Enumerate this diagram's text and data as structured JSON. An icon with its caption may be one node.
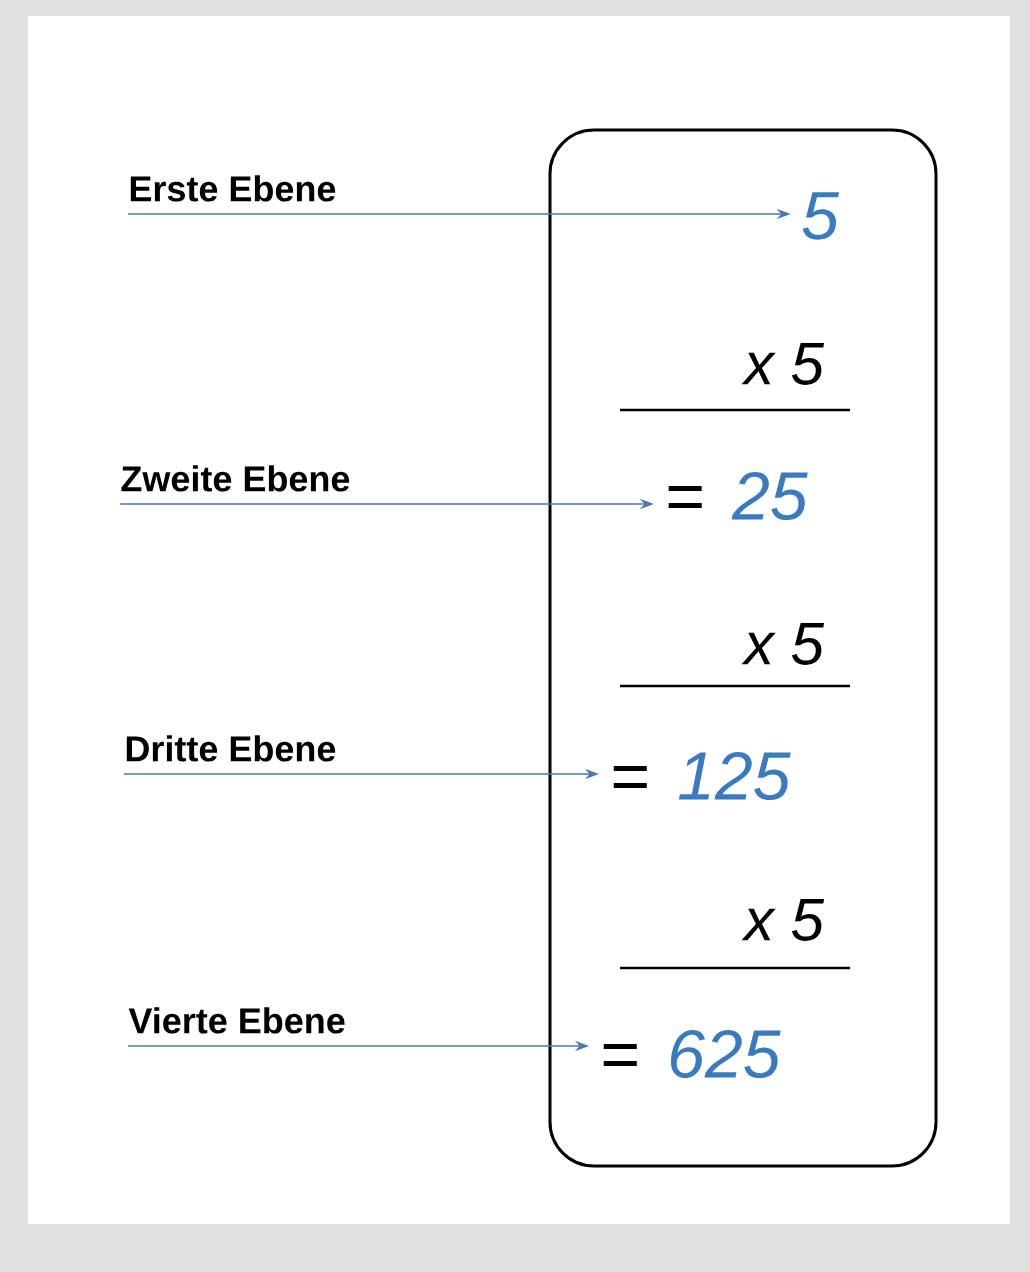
{
  "diagram": {
    "nodes": [
      {
        "text": [],
        "shape": "box"
      },
      {
        "text": [
          "5"
        ],
        "in": 0
      },
      {
        "text": [
          "=",
          "25"
        ],
        "in": 0
      },
      {
        "text": [
          "=",
          "125"
        ],
        "in": 0
      },
      {
        "text": [
          "=",
          "625"
        ],
        "in": 0
      },
      {
        "text": [
          "Erste Ebene"
        ]
      },
      {
        "text": [
          "Zweite Ebene"
        ]
      },
      {
        "text": [
          "Dritte Ebene"
        ]
      },
      {
        "text": [
          "Vierte Ebene"
        ]
      }
    ],
    "edges": [
      {
        "from": 5,
        "to": 1,
        "arrow": "to"
      },
      {
        "from": 6,
        "to": 2,
        "arrow": "to"
      },
      {
        "from": 7,
        "to": 3,
        "arrow": "to"
      },
      {
        "from": 8,
        "to": 4,
        "arrow": "to"
      }
    ],
    "labels": [
      "x 5",
      "x 5",
      "x 5"
    ]
  }
}
